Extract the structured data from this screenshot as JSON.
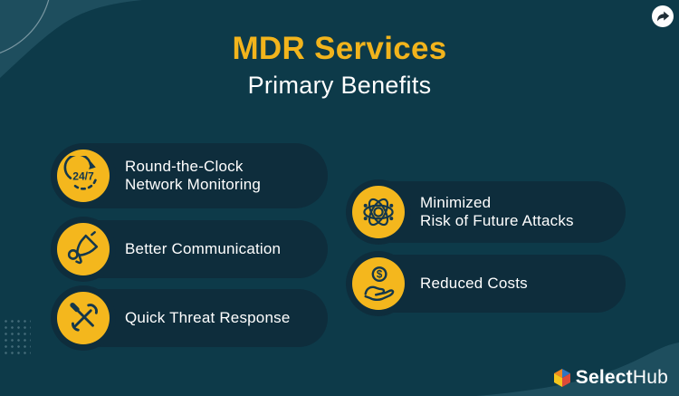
{
  "palette": {
    "background": "#0d3a49",
    "card_background": "#0e2d3c",
    "accent_yellow": "#f4b71d",
    "title_gold": "#f2b41c",
    "decor_teal": "#1e4e5e",
    "icon_stroke": "#14374b",
    "text_white": "#ffffff"
  },
  "header": {
    "title": "MDR Services",
    "subtitle": "Primary Benefits"
  },
  "share": {
    "icon": "share-forward-arrow-icon"
  },
  "benefits": [
    {
      "icon": "24-7-monitoring-icon",
      "line1": "Round-the-Clock",
      "line2": "Network Monitoring"
    },
    {
      "icon": "megaphone-icon",
      "line1": "Better Communication"
    },
    {
      "icon": "tools-icon",
      "line1": "Quick Threat Response"
    },
    {
      "icon": "atom-icon",
      "line1": "Minimized",
      "line2": "Risk of Future Attacks"
    },
    {
      "icon": "hand-coin-icon",
      "line1": "Reduced Costs"
    }
  ],
  "icon_badges": {
    "monitoring_text": "24/7",
    "coin_symbol": "$"
  },
  "logo": {
    "brand_bold": "Select",
    "brand_regular": "Hub",
    "cube_colors": {
      "top_left": "#f0861e",
      "top_right": "#2e74c0",
      "left": "#f5c51d",
      "right": "#de4a38"
    }
  }
}
